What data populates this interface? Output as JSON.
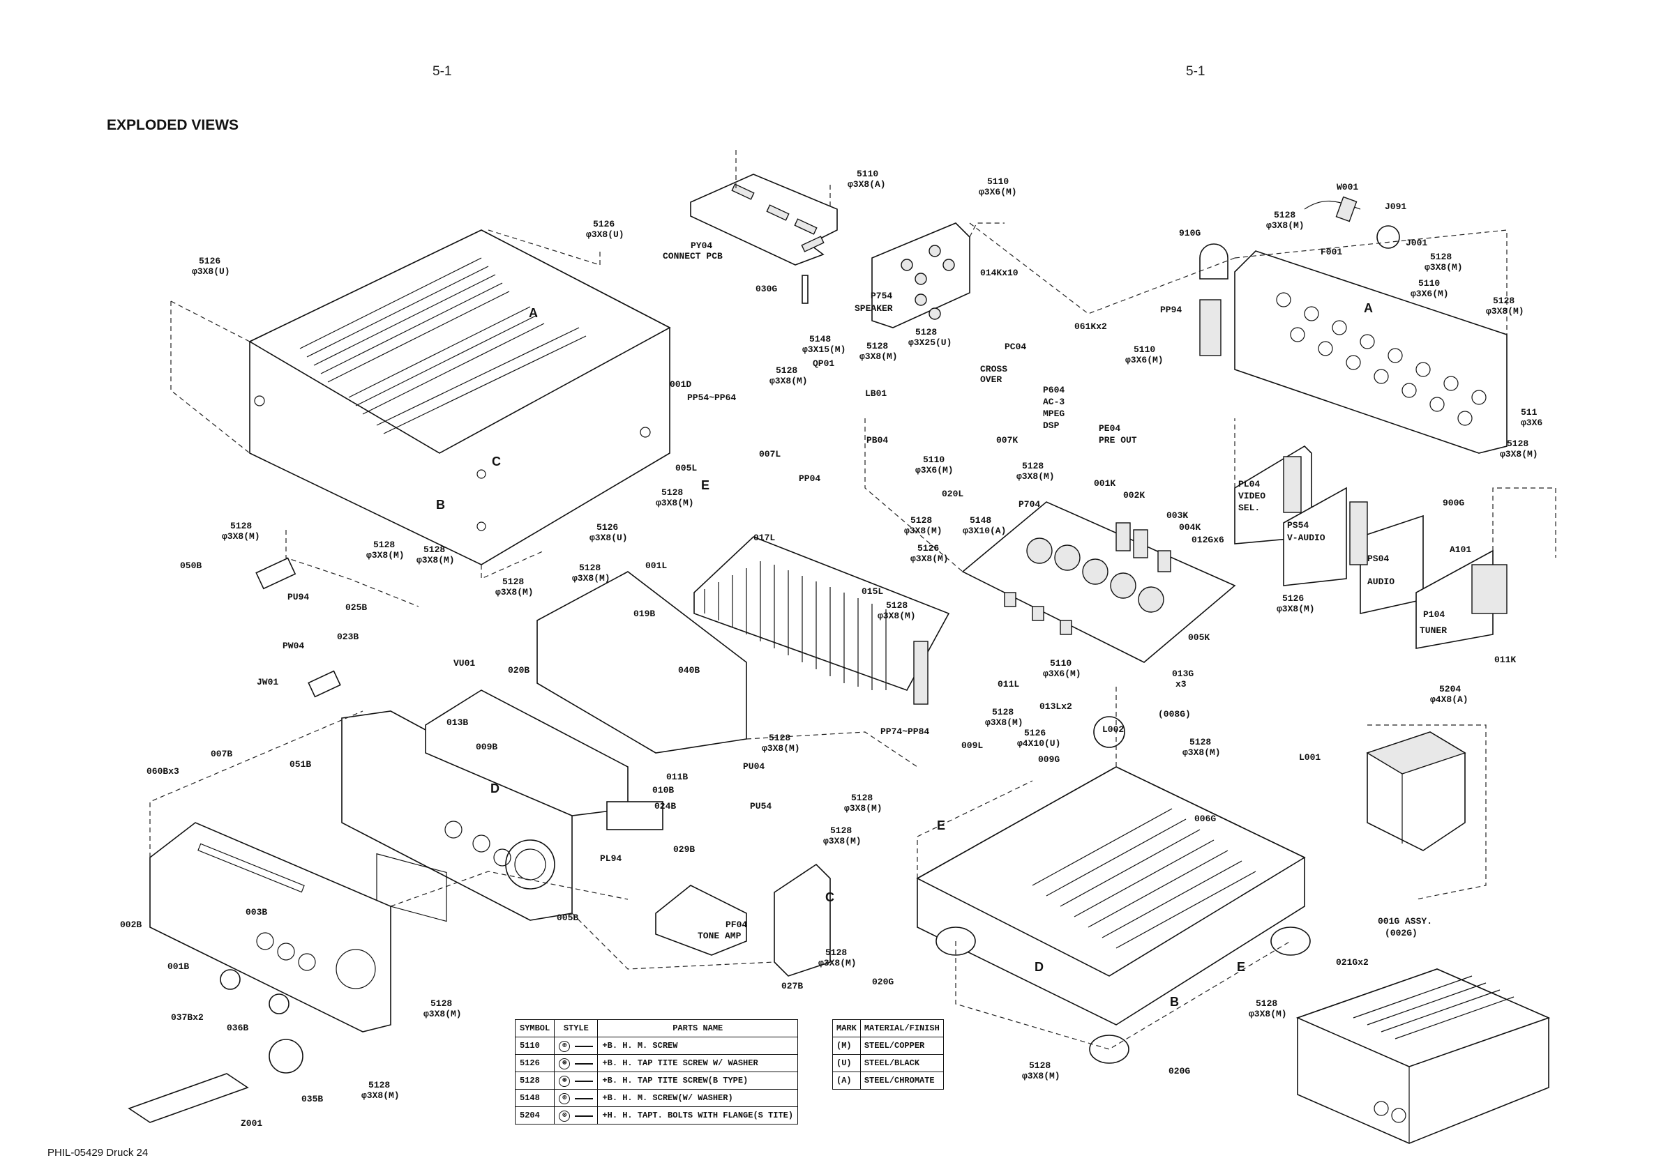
{
  "header": {
    "page_left": "5-1",
    "page_right": "5-1",
    "title": "EXPLODED VIEWS"
  },
  "footer": {
    "code": "PHIL-05429 Druck 24"
  },
  "labels": {
    "l5126_a": "5126",
    "l5126_a2": "φ3X8(U)",
    "l5126_b": "5126",
    "l5126_b2": "φ3X8(U)",
    "l001D": "001D",
    "lA1": "A",
    "lB1": "B",
    "lC1": "C",
    "l5126_c": "5126",
    "l5126_c2": "φ3X8(U)",
    "lPY04": "PY04",
    "lPY04b": "CONNECT PCB",
    "l5110_a": "5110",
    "l5110_a2": "φ3X8(A)",
    "l030G": "030G",
    "l5110_b": "5110",
    "l5110_b2": "φ3X6(M)",
    "l014K": "014Kx10",
    "lP754": "P754",
    "lP754b": "SPEAKER",
    "l5148_a": "5148",
    "l5148_a2": "φ3X15(M)",
    "l5128_a": "5128",
    "l5128_a2": "φ3X8(M)",
    "l5128_b": "5128",
    "l5128_b2": "φ3X25(U)",
    "lQP01": "QP01",
    "l5128_c": "5128",
    "l5128_c2": "φ3X8(M)",
    "lPP54": "PP54~PP64",
    "lLB01": "LB01",
    "lPB04": "PB04",
    "l007K": "007K",
    "l007L": "007L",
    "l005L": "005L",
    "lE1": "E",
    "l5128_d": "5128",
    "l5128_d2": "φ3X8(M)",
    "lPP04": "PP04",
    "l017L": "017L",
    "l5110_c": "5110",
    "l5110_c2": "φ3X6(M)",
    "l020L": "020L",
    "lPC04": "PC04",
    "lCROSS": "CROSS",
    "lOVER": "OVER",
    "l061K": "061Kx2",
    "lP604": "P604",
    "lAC3": "AC-3",
    "lMPEG": "MPEG",
    "lDSP": "DSP",
    "l5110_d": "5110",
    "l5110_d2": "φ3X6(M)",
    "lPE04": "PE04",
    "lPREOUT": "PRE OUT",
    "lPP94": "PP94",
    "l910G": "910G",
    "l5128_e": "5128",
    "l5128_e2": "φ3X8(M)",
    "lW001": "W001",
    "lJ091": "J091",
    "lF001": "F001",
    "lJ001": "J001",
    "l5128_f": "5128",
    "l5128_f2": "φ3X8(M)",
    "l5110_e": "5110",
    "l5110_e2": "φ3X6(M)",
    "l5128_g": "5128",
    "l5128_g2": "φ3X8(M)",
    "lA2": "A",
    "l511": "511",
    "l511b": "φ3X6",
    "l5128_h": "5128",
    "l5128_h2": "φ3X8(M)",
    "l900G": "900G",
    "l5128_i": "5128",
    "l5128_i2": "φ3X8(M)",
    "l001K": "001K",
    "l002K": "002K",
    "lP704": "P704",
    "l5148_b": "5148",
    "l5148_b2": "φ3X10(A)",
    "l5128_j": "5128",
    "l5128_j2": "φ3X8(M)",
    "l003K": "003K",
    "l004K": "004K",
    "l012G": "012Gx6",
    "l5126_d": "5126",
    "l5126_d2": "φ3X8(M)",
    "lPL04": "PL04",
    "lVIDEO": "VIDEO",
    "lSEL": "SEL.",
    "lPS54": "PS54",
    "lVAUDIO": "V-AUDIO",
    "lPS04": "PS04",
    "lAUDIO": "AUDIO",
    "lA101": "A101",
    "lP104": "P104",
    "lTUNER": "TUNER",
    "l011K": "011K",
    "l5126_e": "5126",
    "l5126_e2": "φ3X8(M)",
    "l005K": "005K",
    "l013G": "013G",
    "l013Gx": "x3",
    "l5128_k": "5128",
    "l5128_k2": "φ3X8(M)",
    "l5128_l": "5128",
    "l5128_l2": "φ3X8(M)",
    "l5128_m": "5128",
    "l5128_m2": "φ3X8(M)",
    "l050B": "050B",
    "lPU94": "PU94",
    "l025B": "025B",
    "l023B": "023B",
    "lPW04": "PW04",
    "lJW01": "JW01",
    "l5128_n": "5128",
    "l5128_n2": "φ3X8(M)",
    "l5128_o": "5128",
    "l5128_o2": "φ3X8(M)",
    "l001L": "001L",
    "l019B": "019B",
    "lVU01": "VU01",
    "l020B": "020B",
    "l040B": "040B",
    "l015L": "015L",
    "l5128_p": "5128",
    "l5128_p2": "φ3X8(M)",
    "l5110_f": "5110",
    "l5110_f2": "φ3X6(M)",
    "l011L": "011L",
    "l013L": "013Lx2",
    "l5128_q": "5128",
    "l5128_q2": "φ3X8(M)",
    "lPP74": "PP74~PP84",
    "l009L": "009L",
    "l5126_f": "5126",
    "l5126_f2": "φ4X10(U)",
    "lL002": "L002",
    "l008G": "(008G)",
    "l5128_r": "5128",
    "l5128_r2": "φ3X8(M)",
    "l009G": "009G",
    "l006G": "006G",
    "l5204": "5204",
    "l52042": "φ4X8(A)",
    "lL001": "L001",
    "l013B": "013B",
    "l009B": "009B",
    "l011B": "011B",
    "l010B": "010B",
    "lPU04": "PU04",
    "l5128_s": "5128",
    "l5128_s2": "φ3X8(M)",
    "l060B": "060Bx3",
    "l007B": "007B",
    "l051B": "051B",
    "lD1": "D",
    "l024B": "024B",
    "lPU54": "PU54",
    "l029B": "029B",
    "lPL94": "PL94",
    "l5128_t": "5128",
    "l5128_t2": "φ3X8(M)",
    "lE2": "E",
    "l5128_u": "5128",
    "l5128_u2": "φ3X8(M)",
    "lC2": "C",
    "lPF04": "PF04",
    "lTONE": "TONE AMP",
    "l5128_v": "5128",
    "l5128_v2": "φ3X8(M)",
    "l027B": "027B",
    "l002B": "002B",
    "l003B": "003B",
    "l005B": "005B",
    "l001B": "001B",
    "l5128_w": "5128",
    "l5128_w2": "φ3X8(M)",
    "l037B": "037Bx2",
    "l036B": "036B",
    "l5128_x": "5128",
    "l5128_x2": "φ3X8(M)",
    "l035B": "035B",
    "lZ001": "Z001",
    "l020G": "020G",
    "lD2": "D",
    "lE3": "E",
    "lB2": "B",
    "l001G": "001G ASSY.",
    "l002G": "(002G)",
    "l021G": "021Gx2",
    "l5128_y": "5128",
    "l5128_y2": "φ3X8(M)",
    "l020Gb": "020G",
    "l5128_z": "5128",
    "l5128_z2": "φ3X8(M)"
  },
  "legend": {
    "headers": [
      "SYMBOL",
      "STYLE",
      "PARTS NAME"
    ],
    "rows": [
      {
        "symbol": "5110",
        "name": "+B. H. M. SCREW"
      },
      {
        "symbol": "5126",
        "name": "+B. H. TAP TITE SCREW W/ WASHER"
      },
      {
        "symbol": "5128",
        "name": "+B. H. TAP TITE SCREW(B TYPE)"
      },
      {
        "symbol": "5148",
        "name": "+B. H. M. SCREW(W/ WASHER)"
      },
      {
        "symbol": "5204",
        "name": "+H. H. TAPT. BOLTS WITH FLANGE(S TITE)"
      }
    ]
  },
  "materials": {
    "headers": [
      "MARK",
      "MATERIAL/FINISH"
    ],
    "rows": [
      {
        "mark": "(M)",
        "finish": "STEEL/COPPER"
      },
      {
        "mark": "(U)",
        "finish": "STEEL/BLACK"
      },
      {
        "mark": "(A)",
        "finish": "STEEL/CHROMATE"
      }
    ]
  }
}
